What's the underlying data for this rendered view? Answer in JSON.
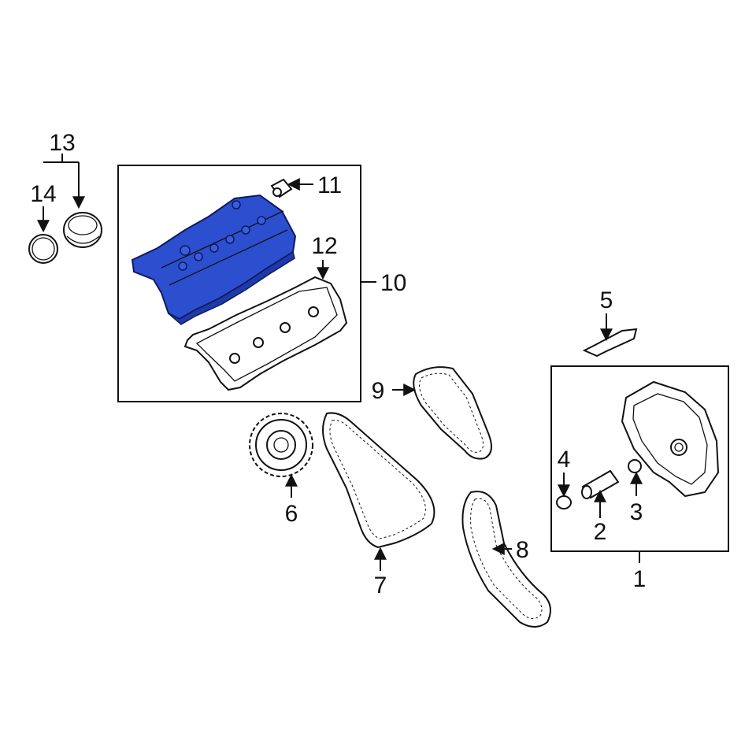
{
  "diagram": {
    "highlight_color": "#2c4fcf",
    "line_color": "#111111",
    "background": "#ffffff",
    "callouts": [
      {
        "id": "c1",
        "label": "1"
      },
      {
        "id": "c2",
        "label": "2"
      },
      {
        "id": "c3",
        "label": "3"
      },
      {
        "id": "c4",
        "label": "4"
      },
      {
        "id": "c5",
        "label": "5"
      },
      {
        "id": "c6",
        "label": "6"
      },
      {
        "id": "c7",
        "label": "7"
      },
      {
        "id": "c8",
        "label": "8"
      },
      {
        "id": "c9",
        "label": "9"
      },
      {
        "id": "c10",
        "label": "10"
      },
      {
        "id": "c11",
        "label": "11"
      },
      {
        "id": "c12",
        "label": "12"
      },
      {
        "id": "c13",
        "label": "13"
      },
      {
        "id": "c14",
        "label": "14"
      }
    ]
  }
}
